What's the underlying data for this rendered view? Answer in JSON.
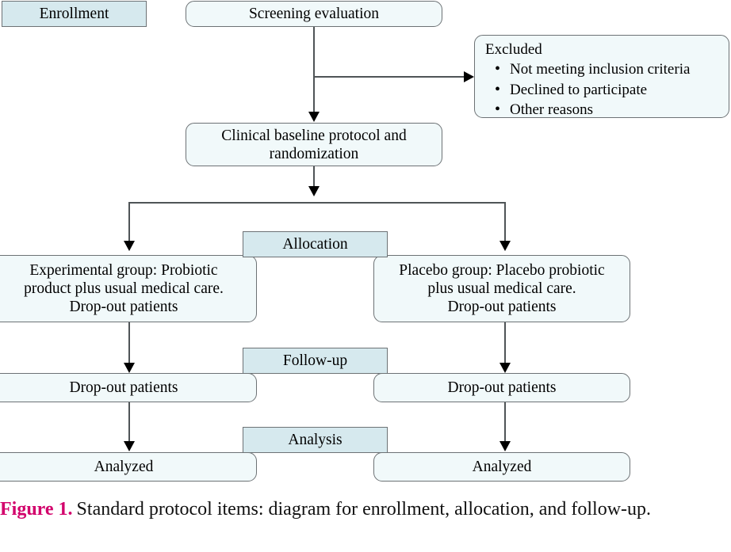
{
  "figure": {
    "caption_label": "Figure 1.",
    "caption_text": "Standard protocol items: diagram for enrollment, allocation, and follow-up.",
    "caption_label_color": "#d2006b"
  },
  "colors": {
    "stage_tab_fill": "#d6e9ee",
    "node_fill": "#f1f9fa",
    "border": "#6d7275",
    "connector": "#4f5457",
    "arrow": "#000000"
  },
  "stages": [
    {
      "id": "enrollment",
      "label": "Enrollment"
    },
    {
      "id": "allocation",
      "label": "Allocation"
    },
    {
      "id": "follow-up",
      "label": "Follow-up"
    },
    {
      "id": "analysis",
      "label": "Analysis"
    }
  ],
  "nodes": {
    "screening": {
      "label": "Screening evaluation"
    },
    "excluded": {
      "title": "Excluded",
      "reasons": [
        "Not meeting inclusion criteria",
        "Declined to participate",
        "Other reasons"
      ]
    },
    "randomization": {
      "line1": "Clinical baseline protocol and",
      "line2": "randomization"
    },
    "experimental_group": {
      "line1": "Experimental group: Probiotic",
      "line2": "product plus usual medical care.",
      "line3": "Drop-out patients"
    },
    "placebo_group": {
      "line1": "Placebo group: Placebo probiotic",
      "line2": "plus usual medical care.",
      "line3": "Drop-out patients"
    },
    "followup_left": {
      "label": "Drop-out patients"
    },
    "followup_right": {
      "label": "Drop-out patients"
    },
    "analysis_left": {
      "label": "Analyzed"
    },
    "analysis_right": {
      "label": "Analyzed"
    }
  }
}
